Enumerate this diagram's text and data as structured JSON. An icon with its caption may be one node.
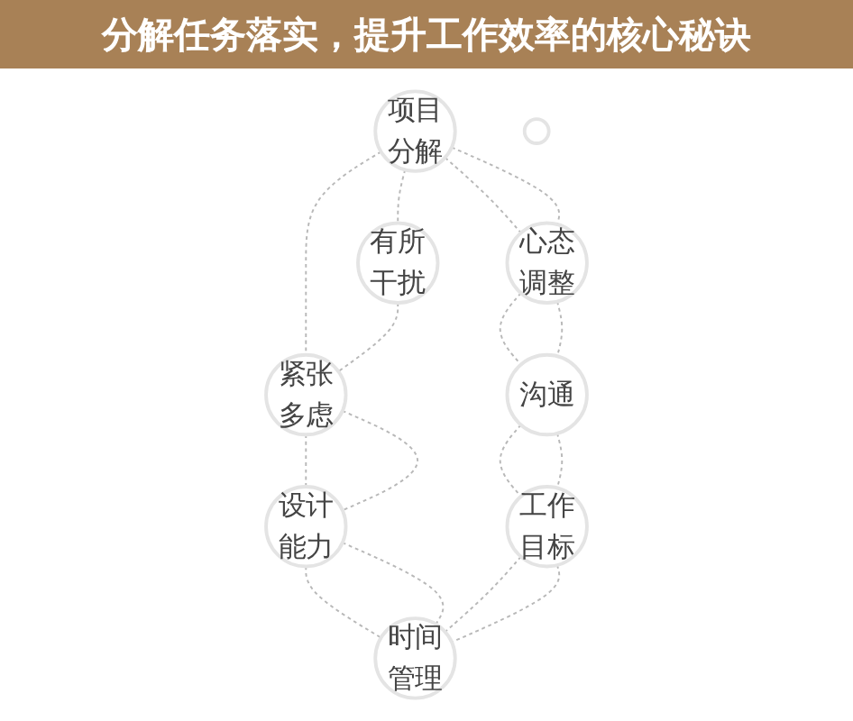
{
  "diagram": {
    "title": "分解任务落实，提升工作效率的核心秘诀",
    "nodes": [
      {
        "text": [
          "项目分解"
        ]
      },
      {
        "text": [
          "有所干扰"
        ]
      },
      {
        "text": [
          "心态调整"
        ]
      },
      {
        "text": [],
        "shape": "circle"
      },
      {
        "text": [
          "紧张多虑"
        ]
      },
      {
        "text": [
          "沟通"
        ]
      },
      {
        "text": [
          "设计能力"
        ]
      },
      {
        "text": [
          "工作目标"
        ]
      },
      {
        "text": [
          "时间管理"
        ]
      }
    ],
    "edges": [
      {
        "from": 0,
        "to": 1,
        "arrow": "none",
        "style": "dashed"
      },
      {
        "from": 0,
        "to": 4,
        "arrow": "none",
        "style": "dashed"
      },
      {
        "from": 0,
        "to": 2,
        "arrow": "none",
        "style": "dashed"
      },
      {
        "from": 0,
        "to": 2,
        "arrow": "none",
        "style": "dashed"
      },
      {
        "from": 1,
        "to": 4,
        "arrow": "none",
        "style": "dashed"
      },
      {
        "from": 2,
        "to": 5,
        "arrow": "none",
        "style": "dashed"
      },
      {
        "from": 2,
        "to": 5,
        "arrow": "none",
        "style": "dashed"
      },
      {
        "from": 4,
        "to": 6,
        "arrow": "none",
        "style": "dashed"
      },
      {
        "from": 4,
        "to": 6,
        "arrow": "none",
        "style": "dashed"
      },
      {
        "from": 5,
        "to": 7,
        "arrow": "none",
        "style": "dashed"
      },
      {
        "from": 5,
        "to": 7,
        "arrow": "none",
        "style": "dashed"
      },
      {
        "from": 6,
        "to": 8,
        "arrow": "none",
        "style": "dashed"
      },
      {
        "from": 6,
        "to": 8,
        "arrow": "none",
        "style": "dashed"
      },
      {
        "from": 7,
        "to": 8,
        "arrow": "none",
        "style": "dashed"
      },
      {
        "from": 7,
        "to": 8,
        "arrow": "none",
        "style": "dashed"
      }
    ]
  }
}
